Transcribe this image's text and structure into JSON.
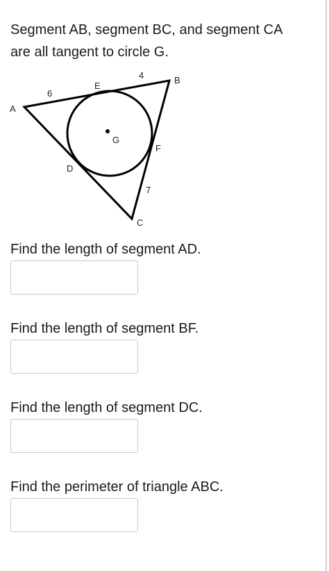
{
  "problem": {
    "line1": "Segment AB, segment BC, and segment CA",
    "line2": "are all tangent to circle G."
  },
  "figure": {
    "labels": {
      "A": "A",
      "B": "B",
      "C": "C",
      "D": "D",
      "E": "E",
      "F": "F",
      "G": "G",
      "len_AE": "6",
      "len_EB": "4",
      "len_FC": "7"
    }
  },
  "questions": [
    {
      "prompt": "Find the length of segment AD.",
      "answer": ""
    },
    {
      "prompt": "Find the length of segment BF.",
      "answer": ""
    },
    {
      "prompt": "Find the length of segment DC.",
      "answer": ""
    },
    {
      "prompt": "Find the perimeter of triangle ABC.",
      "answer": ""
    }
  ]
}
